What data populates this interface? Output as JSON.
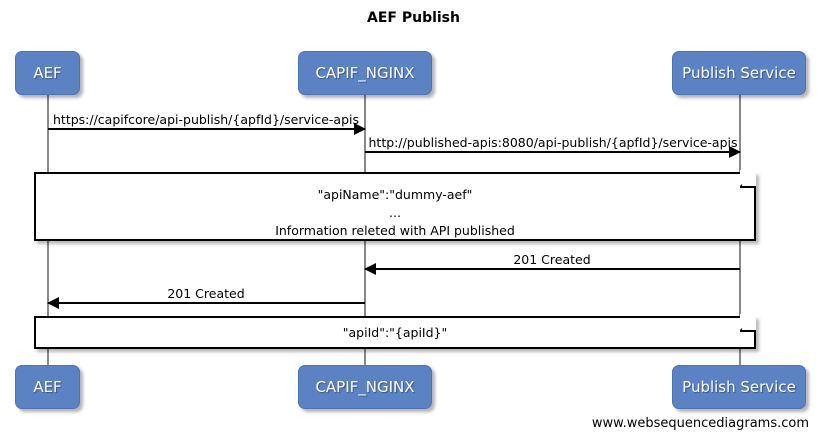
{
  "diagram": {
    "title": "AEF Publish",
    "footer": "www.websequencediagrams.com",
    "accent_color": "#5b83c4",
    "lifeline_color": "#888888",
    "note_border_color": "#000000",
    "background": "#ffffff"
  },
  "participants": [
    {
      "id": "aef",
      "label": "AEF"
    },
    {
      "id": "capif_nginx",
      "label": "CAPIF_NGINX"
    },
    {
      "id": "publish_service",
      "label": "Publish Service"
    }
  ],
  "messages": [
    {
      "id": "m1",
      "label": "https://capifcore/api-publish/{apfId}/service-apis",
      "from": "aef",
      "to": "capif_nginx",
      "direction": "right"
    },
    {
      "id": "m2",
      "label": "http://published-apis:8080/api-publish/{apfId}/service-apis",
      "from": "capif_nginx",
      "to": "publish_service",
      "direction": "right"
    },
    {
      "id": "m3",
      "label": "201 Created",
      "from": "publish_service",
      "to": "capif_nginx",
      "direction": "left"
    },
    {
      "id": "m4",
      "label": "201 Created",
      "from": "capif_nginx",
      "to": "aef",
      "direction": "left"
    }
  ],
  "notes": [
    {
      "id": "note1",
      "lines": [
        "\"apiName\":\"dummy-aef\"",
        "...",
        "Information releted with API published"
      ]
    },
    {
      "id": "note2",
      "lines": [
        "\"apiId\":\"{apiId}\""
      ]
    }
  ]
}
